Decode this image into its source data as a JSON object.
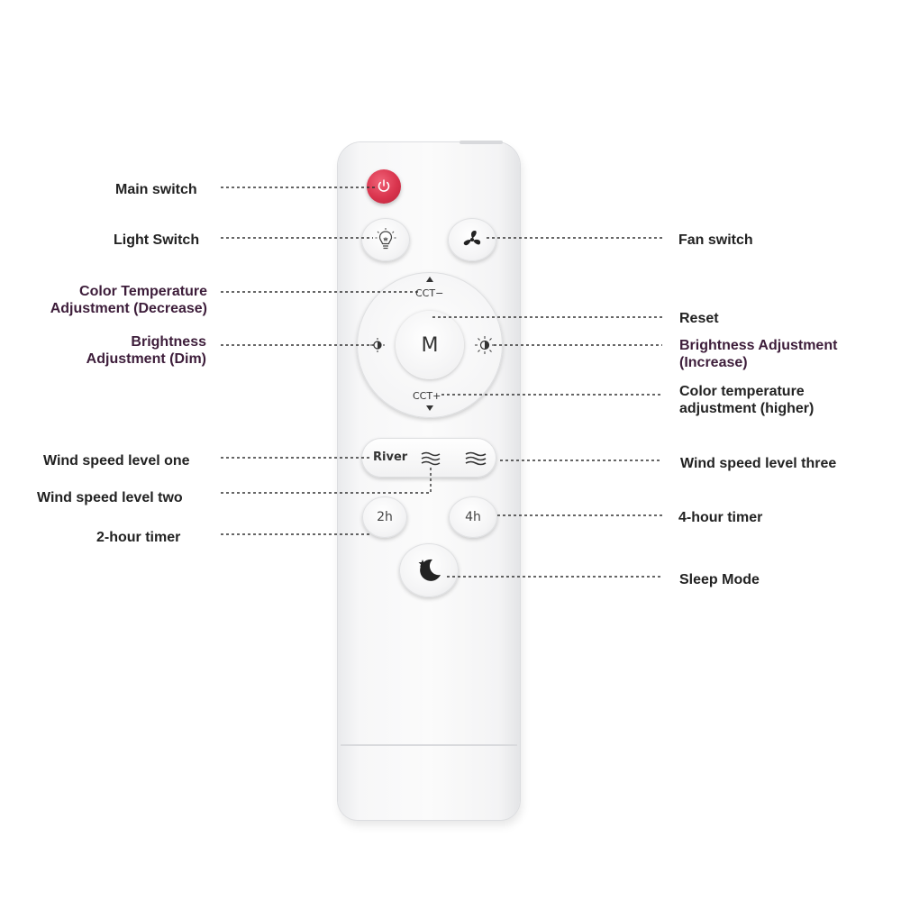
{
  "remote": {
    "center_button": "M",
    "cct_minus": "CCT−",
    "cct_plus": "CCT+",
    "wind_pill_label": "River",
    "timer_2h": "2h",
    "timer_4h": "4h"
  },
  "labels": {
    "main_switch": "Main switch",
    "light_switch": "Light Switch",
    "fan_switch": "Fan switch",
    "color_temp_decrease_1": "Color Temperature",
    "color_temp_decrease_2": "Adjustment (Decrease)",
    "reset": "Reset",
    "brightness_dim_1": "Brightness",
    "brightness_dim_2": "Adjustment (Dim)",
    "brightness_increase_1": "Brightness Adjustment",
    "brightness_increase_2": "(Increase)",
    "color_temp_higher_1": "Color temperature",
    "color_temp_higher_2": "adjustment (higher)",
    "wind_level_one": "Wind speed level one",
    "wind_level_two": "Wind speed level two",
    "wind_level_three": "Wind speed level three",
    "two_hour_timer": "2-hour timer",
    "four_hour_timer": "4-hour timer",
    "sleep_mode": "Sleep Mode"
  },
  "colors": {
    "power_button": "#d9344d",
    "label_text": "#222222",
    "label_accent": "#3d1d3a"
  }
}
